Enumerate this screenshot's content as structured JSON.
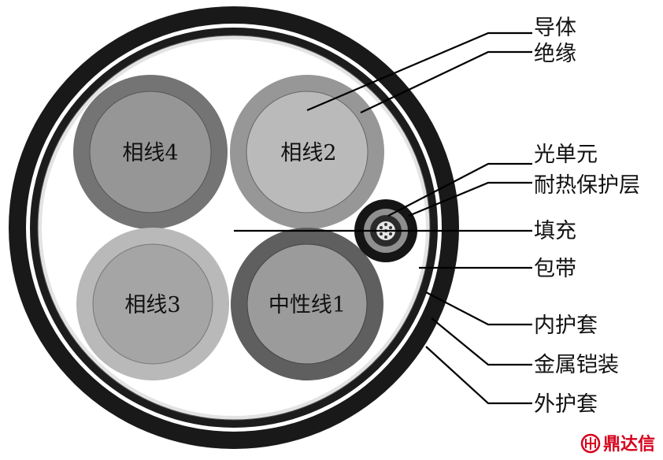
{
  "colors": {
    "outer_sheath": "#191919",
    "armour_gap": "#ffffff",
    "inner_sheath": "#1c1c1c",
    "wrap_tape": "#e3e3e3",
    "filler": "#ffffff",
    "phase4_insulation": "#747474",
    "phase4_conductor": "#969696",
    "phase2_insulation": "#979797",
    "phase2_conductor": "#bababa",
    "phase3_insulation": "#b9b9b9",
    "phase3_conductor": "#a5a5a5",
    "neutral_insulation": "#5f5f5f",
    "neutral_conductor": "#9b9b9b",
    "fiber_sheath": "#151515",
    "fiber_unit": "#8f8f8f",
    "watermark": "#d6001c"
  },
  "cores": {
    "phase4": "相线4",
    "phase2": "相线2",
    "phase3": "相线3",
    "neutral": "中性线1"
  },
  "labels": {
    "conductor": "导体",
    "insulation": "绝缘",
    "optical_unit": "光单元",
    "heat_resistant_layer": "耐热保护层",
    "filler": "填充",
    "wrapping_tape": "包带",
    "inner_sheath": "内护套",
    "metal_armour": "金属铠装",
    "outer_sheath": "外护套"
  },
  "watermark": {
    "text": "鼎达信",
    "logo_icon": "dingdaxin-logo"
  }
}
